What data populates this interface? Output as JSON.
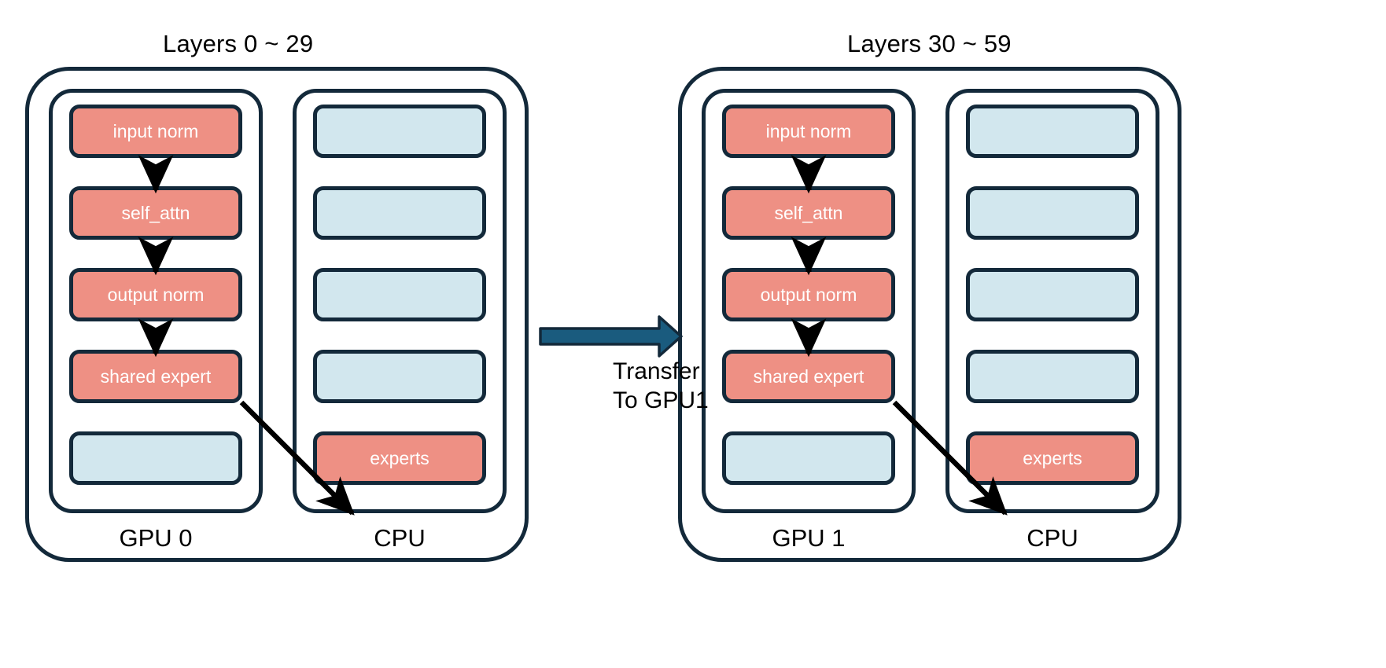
{
  "diagram": {
    "title_left": "Layers 0 ~ 29",
    "title_right": "Layers 30 ~ 59",
    "colors": {
      "active_block": "#EE9084",
      "idle_block": "#D2E7EE",
      "outline": "#13293A",
      "transfer_arrow": "#1A5B7E",
      "offload_arrow": "#000000",
      "background": "#FFFFFF",
      "block_text": "#FFFFFF",
      "label_text": "#000000"
    },
    "groups": [
      {
        "title": "Layers 0 ~ 29",
        "columns": [
          {
            "label": "GPU 0",
            "blocks": [
              {
                "label": "input norm",
                "state": "active"
              },
              {
                "label": "self_attn",
                "state": "active"
              },
              {
                "label": "output norm",
                "state": "active"
              },
              {
                "label": "shared expert",
                "state": "active"
              },
              {
                "label": "",
                "state": "idle"
              }
            ]
          },
          {
            "label": "CPU",
            "blocks": [
              {
                "label": "",
                "state": "idle"
              },
              {
                "label": "",
                "state": "idle"
              },
              {
                "label": "",
                "state": "idle"
              },
              {
                "label": "",
                "state": "idle"
              },
              {
                "label": "experts",
                "state": "active"
              }
            ]
          }
        ]
      },
      {
        "title": "Layers 30 ~ 59",
        "columns": [
          {
            "label": "GPU 1",
            "blocks": [
              {
                "label": "input norm",
                "state": "active"
              },
              {
                "label": "self_attn",
                "state": "active"
              },
              {
                "label": "output norm",
                "state": "active"
              },
              {
                "label": "shared expert",
                "state": "active"
              },
              {
                "label": "",
                "state": "idle"
              }
            ]
          },
          {
            "label": "CPU",
            "blocks": [
              {
                "label": "",
                "state": "idle"
              },
              {
                "label": "",
                "state": "idle"
              },
              {
                "label": "",
                "state": "idle"
              },
              {
                "label": "",
                "state": "idle"
              },
              {
                "label": "experts",
                "state": "active"
              }
            ]
          }
        ]
      }
    ],
    "transfer": {
      "label": "Transfer\nTo GPU1",
      "line1": "Transfer",
      "line2": "To GPU1"
    },
    "flow_arrows": {
      "gpu_chain": "input norm -> self_attn -> output norm -> shared expert",
      "offload": "shared expert -> experts"
    }
  }
}
